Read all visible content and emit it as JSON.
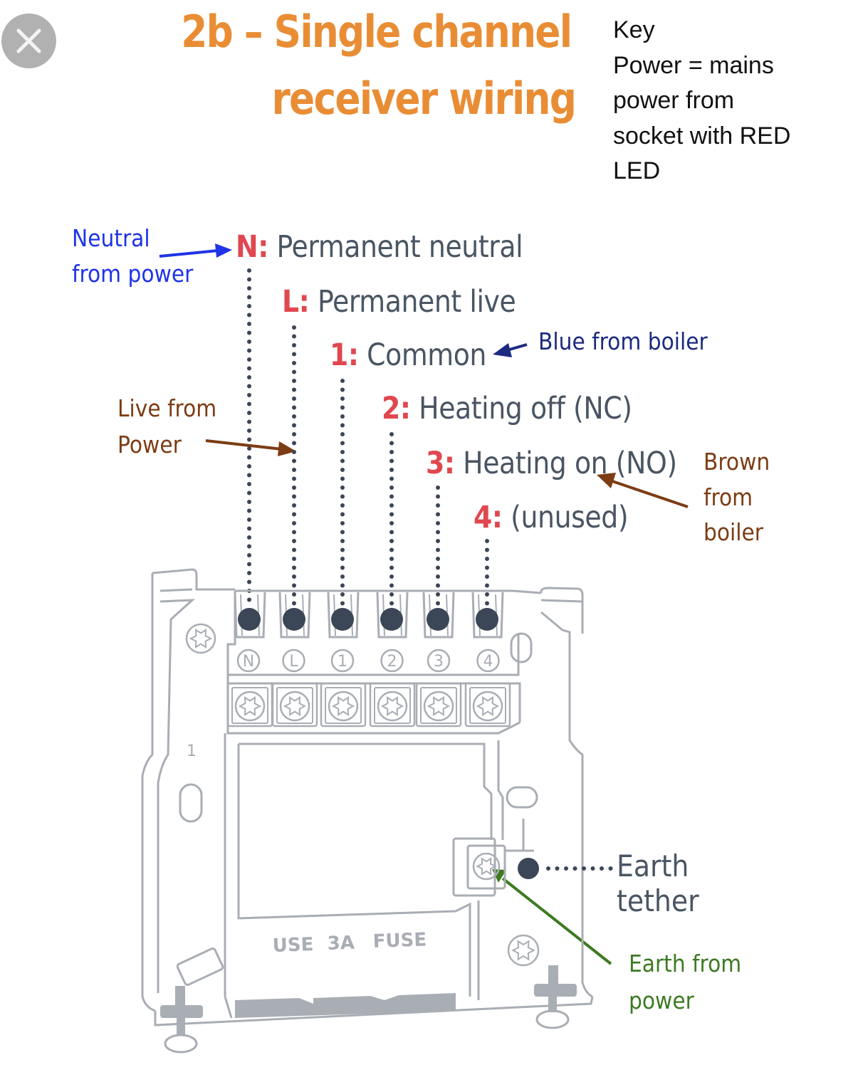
{
  "viewer": {
    "close_button": {
      "icon": "close-icon",
      "color": "#b1b1b1"
    }
  },
  "title": {
    "line1": "2b – Single channel",
    "line2": "receiver wiring",
    "color": "#e98d35"
  },
  "key": {
    "lines": [
      "Key",
      "Power = mains",
      "power from",
      "socket with RED",
      "LED"
    ]
  },
  "terminals": [
    {
      "code": "N:",
      "description": "Permanent neutral",
      "badge": "N"
    },
    {
      "code": "L:",
      "description": "Permanent live",
      "badge": "L"
    },
    {
      "code": "1:",
      "description": "Common",
      "badge": "1"
    },
    {
      "code": "2:",
      "description": "Heating off (NC)",
      "badge": "2"
    },
    {
      "code": "3:",
      "description": "Heating on (NO)",
      "badge": "3"
    },
    {
      "code": "4:",
      "description": "(unused)",
      "badge": "4"
    }
  ],
  "annotations": {
    "neutral": {
      "line1": "Neutral",
      "line2": "from power",
      "color": "#1f34e6"
    },
    "live": {
      "line1": "Live from",
      "line2": "Power",
      "color": "#7c3c14"
    },
    "blue": {
      "text": "Blue from boiler",
      "color": "#1c2a80"
    },
    "brown": {
      "line1": "Brown",
      "line2": "from",
      "line3": "boiler",
      "color": "#7c3c14"
    },
    "earth_tether": {
      "line1": "Earth",
      "line2": "tether"
    },
    "earth_power": {
      "line1": "Earth from",
      "line2": "power",
      "color": "#3d7a22"
    }
  },
  "device": {
    "fuse_label": [
      "USE",
      "3A",
      "FUSE"
    ],
    "side_mark": "1",
    "outline_color": "#a9adb4",
    "dot_color": "#3b4656"
  }
}
